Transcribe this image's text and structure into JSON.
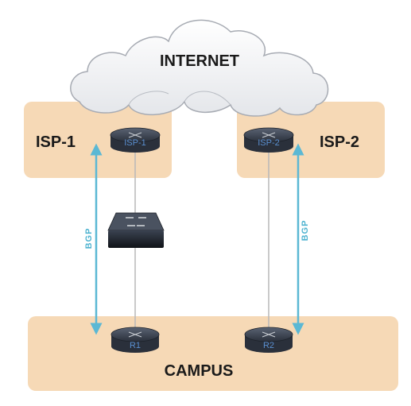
{
  "zones": {
    "internet": "INTERNET",
    "isp1": "ISP-1",
    "isp2": "ISP-2",
    "campus": "CAMPUS"
  },
  "devices": {
    "isp1_router": "ISP-1",
    "isp2_router": "ISP-2",
    "r1": "R1",
    "r2": "R2"
  },
  "links": {
    "bgp_left": "BGP",
    "bgp_right": "BGP"
  },
  "colors": {
    "zone_fill": "#f6d9b6",
    "bgp_arrow": "#5bb8d4",
    "link_line": "#b8b8b8",
    "router_body": "#2c3340",
    "label_blue": "#5a8fd0"
  }
}
